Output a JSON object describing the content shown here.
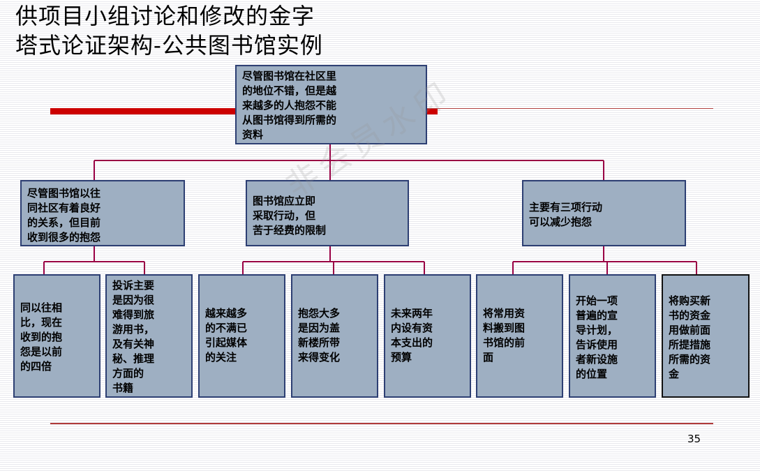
{
  "title": {
    "line1": "供项目小组讨论和修改的金字",
    "line2": "塔式论证架构-公共图书馆实例"
  },
  "root": {
    "text": "尽管图书馆在社区里\n的地位不错，但是越\n来越多的人抱怨不能\n从图书馆得到所需的\n资料"
  },
  "branches": [
    {
      "text": "尽管图书馆以往\n同社区有着良好\n的关系，但目前\n收到很多的抱怨",
      "children": [
        "同以往相\n比，现在\n收到的抱\n怨是以前\n的四倍",
        "投诉主要\n是因为很\n难得到旅\n游用书，\n及有关神\n秘、推理\n方面的\n书籍"
      ]
    },
    {
      "text": "图书馆应立即\n采取行动，但\n苦于经费的限制",
      "children": [
        "越来越多\n的不满已\n引起媒体\n的关注",
        "抱怨大多\n是因为盖\n新楼所带\n来得变化",
        "未来两年\n内设有资\n本支出的\n预算"
      ]
    },
    {
      "text": "主要有三项行动\n可以减少抱怨",
      "children": [
        "将常用资\n料搬到图\n书馆的前\n面",
        "开始一项\n普遍的宣\n导计划，\n告诉使用\n者新设施\n的位置",
        "将购买新\n书的资金\n用做前面\n所提措施\n所需的资\n金"
      ]
    }
  ],
  "watermark": "非会员水印",
  "page_number": "35",
  "colors": {
    "box_fill": "#9eafc2",
    "box_border": "#2d3f73",
    "connector": "#990044",
    "accent_red": "#cc0000"
  }
}
